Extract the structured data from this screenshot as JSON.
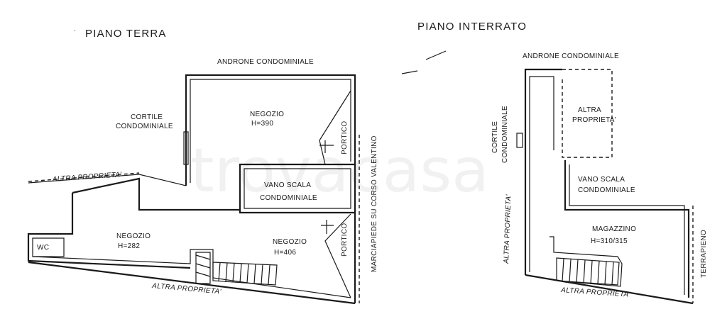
{
  "watermark": "trovacasa",
  "ground_floor": {
    "title": "PIANO TERRA",
    "labels": {
      "androne": "ANDRONE CONDOMINIALE",
      "cortile_1": "CORTILE",
      "cortile_2": "CONDOMINIALE",
      "negozio_top": "NEGOZIO",
      "negozio_top_h": "H=390",
      "portico_top": "PORTICO",
      "vano_1": "VANO SCALA",
      "vano_2": "CONDOMINIALE",
      "altra_left": "ALTRA PROPRIETA'",
      "negozio_left": "NEGOZIO",
      "negozio_left_h": "H=282",
      "negozio_right": "NEGOZIO",
      "negozio_right_h": "H=406",
      "portico_bottom": "PORTICO",
      "wc": "WC",
      "altra_bottom": "ALTRA PROPRIETA'",
      "marciapiede": "MARCIAPIEDE SU CORSO VALENTINO"
    }
  },
  "basement": {
    "title": "PIANO INTERRATO",
    "labels": {
      "androne": "ANDRONE CONDOMINIALE",
      "altra_top_1": "ALTRA",
      "altra_top_2": "PROPRIETA'",
      "cortile_1": "CORTILE",
      "cortile_2": "CONDOMINIALE",
      "vano_1": "VANO SCALA",
      "vano_2": "CONDOMINIALE",
      "altra_left": "ALTRA PROPRIETA'",
      "magazzino": "MAGAZZINO",
      "magazzino_h": "H=310/315",
      "terrapieno": "TERRAPIENO",
      "altra_bottom": "ALTRA PROPRIETA'"
    }
  }
}
